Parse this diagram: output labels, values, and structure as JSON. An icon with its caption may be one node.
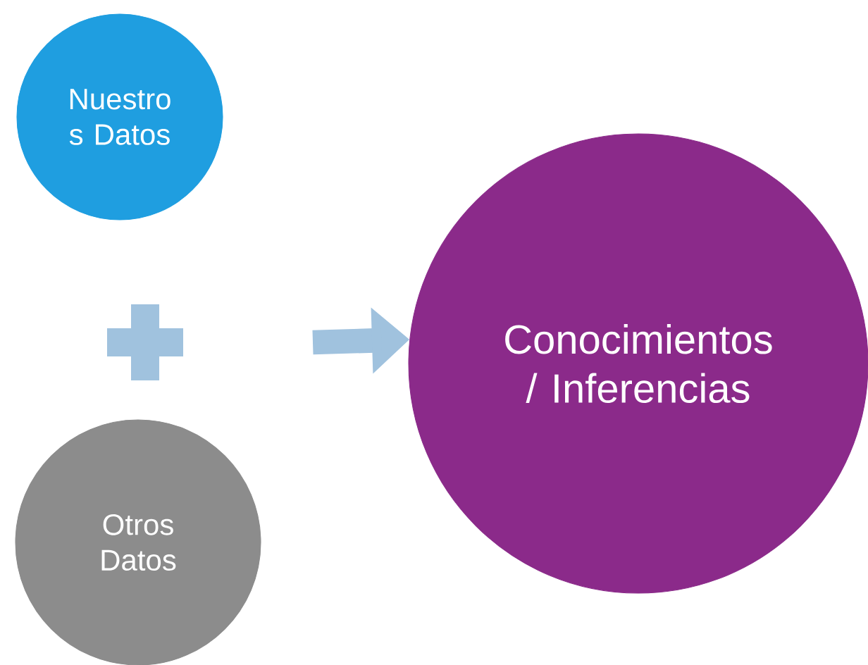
{
  "diagram": {
    "nodes": [
      {
        "text": [
          "Nuestro s Datos"
        ]
      },
      {
        "text": [
          "Otros Datos"
        ]
      },
      {
        "text": [
          "Conocimientos / Inferencias"
        ]
      }
    ],
    "edges": [
      {
        "from": null,
        "to": 2,
        "arrow": "to"
      }
    ]
  }
}
